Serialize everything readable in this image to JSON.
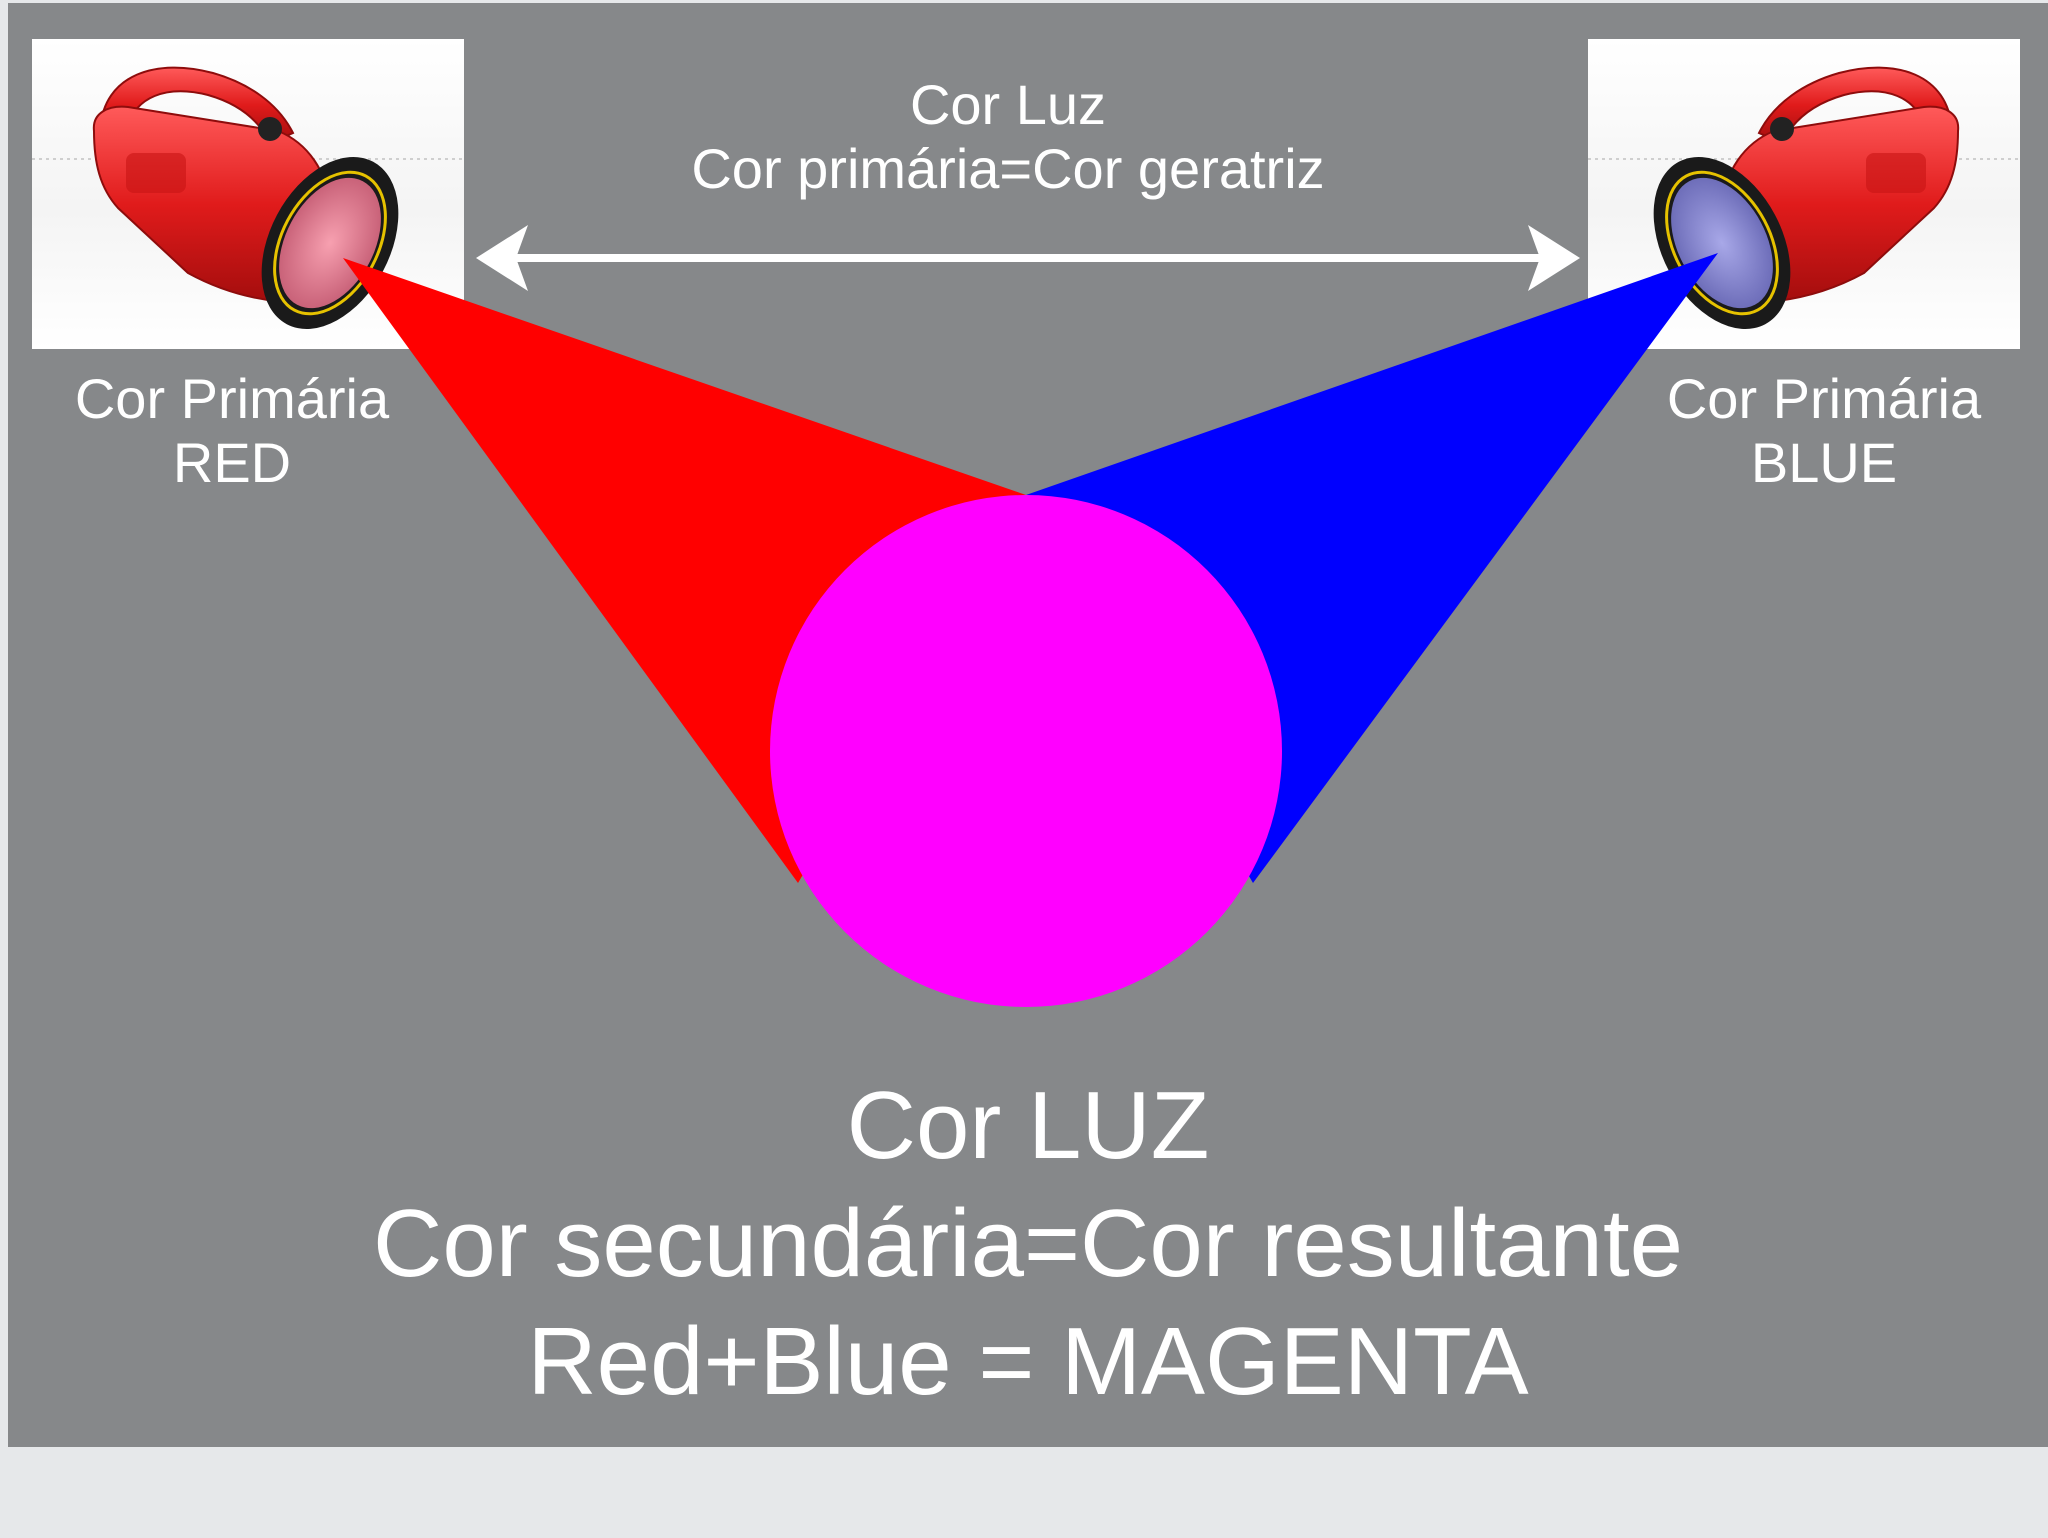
{
  "top_caption": {
    "line1": "Cor Luz",
    "line2": "Cor primária=Cor geratriz"
  },
  "left_source": {
    "line1": "Cor Primária",
    "line2": "RED",
    "icon": "flashlight-icon",
    "beam_color": "#ff0000"
  },
  "right_source": {
    "line1": "Cor Primária",
    "line2": "BLUE",
    "icon": "flashlight-icon",
    "beam_color": "#0000ff"
  },
  "mix": {
    "color": "#ff00ff"
  },
  "bottom_caption": {
    "line1": "Cor LUZ",
    "line2": "Cor secundária=Cor resultante",
    "line3": "Red+Blue = MAGENTA"
  },
  "colors": {
    "slide_background": "#86888a",
    "page_background": "#e6e8ea",
    "text": "#ffffff"
  }
}
